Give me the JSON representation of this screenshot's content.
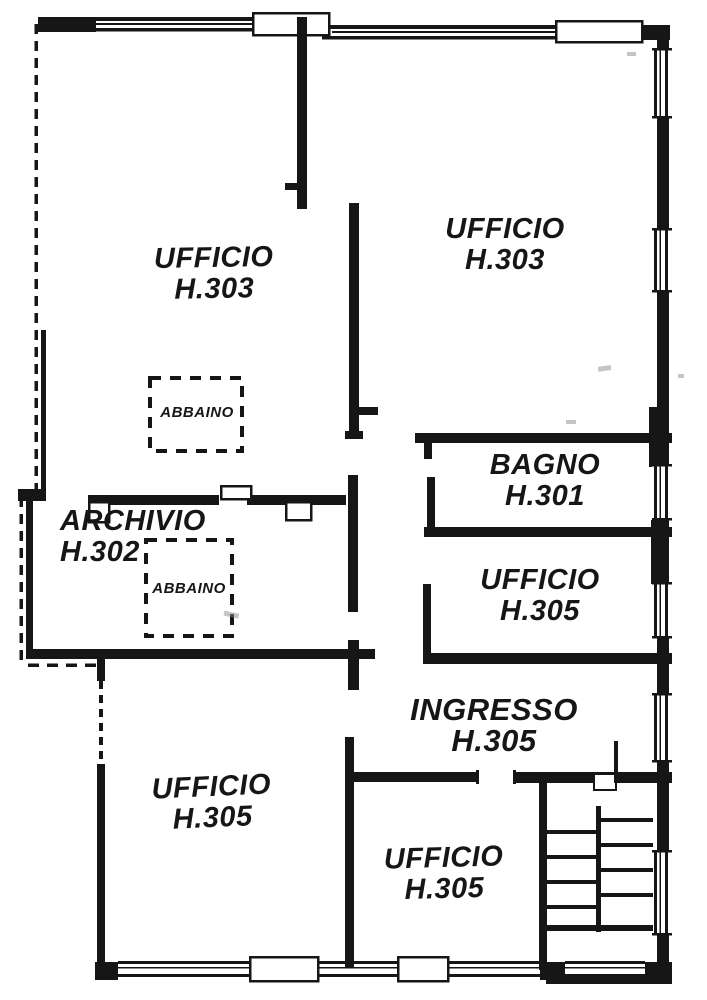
{
  "rooms": [
    {
      "name": "UFFICIO",
      "code": "H.303"
    },
    {
      "name": "UFFICIO",
      "code": "H.303"
    },
    {
      "name": "BAGNO",
      "code": "H.301"
    },
    {
      "name": "ARCHIVIO",
      "code": "H.302"
    },
    {
      "name": "UFFICIO",
      "code": "H.305"
    },
    {
      "name": "INGRESSO",
      "code": "H.305"
    },
    {
      "name": "UFFICIO",
      "code": "H.305"
    },
    {
      "name": "UFFICIO",
      "code": "H.305"
    }
  ],
  "skylights": [
    {
      "label": "ABBAINO"
    },
    {
      "label": "ABBAINO"
    }
  ],
  "colors": {
    "ink": "#161616",
    "paper": "#ffffff"
  }
}
